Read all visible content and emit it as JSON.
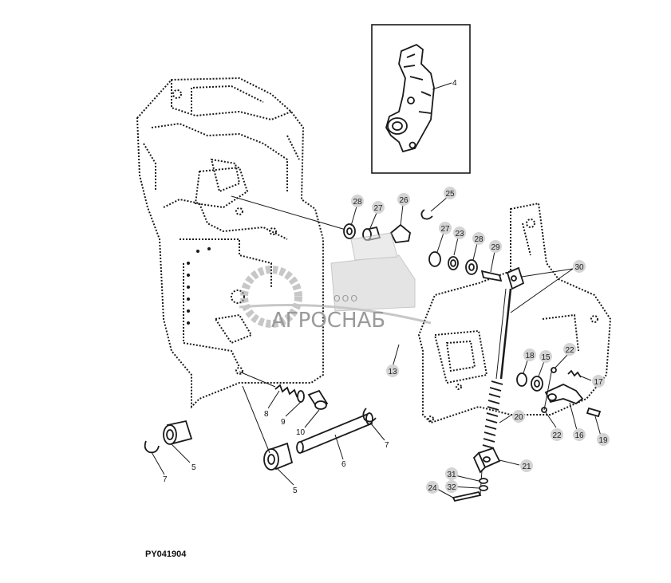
{
  "figure_id": "PY041904",
  "watermark": {
    "company_prefix": "ООО",
    "company_name": "АГРОСНАБ"
  },
  "parts": [
    {
      "n": "4"
    },
    {
      "n": "5"
    },
    {
      "n": "5b",
      "label": "5"
    },
    {
      "n": "6"
    },
    {
      "n": "7"
    },
    {
      "n": "7b",
      "label": "7"
    },
    {
      "n": "8"
    },
    {
      "n": "9"
    },
    {
      "n": "10"
    },
    {
      "n": "13"
    },
    {
      "n": "15"
    },
    {
      "n": "16"
    },
    {
      "n": "17"
    },
    {
      "n": "18"
    },
    {
      "n": "19"
    },
    {
      "n": "20"
    },
    {
      "n": "21"
    },
    {
      "n": "22"
    },
    {
      "n": "22b",
      "label": "22"
    },
    {
      "n": "23"
    },
    {
      "n": "24"
    },
    {
      "n": "25"
    },
    {
      "n": "26"
    },
    {
      "n": "27"
    },
    {
      "n": "27b",
      "label": "27"
    },
    {
      "n": "28"
    },
    {
      "n": "28b",
      "label": "28"
    },
    {
      "n": "29"
    },
    {
      "n": "30"
    },
    {
      "n": "31"
    },
    {
      "n": "32"
    }
  ],
  "labels": {
    "p4": "4",
    "p5a": "5",
    "p5b": "5",
    "p6": "6",
    "p7a": "7",
    "p7b": "7",
    "p8": "8",
    "p9": "9",
    "p10": "10",
    "p13": "13",
    "p15": "15",
    "p16": "16",
    "p17": "17",
    "p18": "18",
    "p19": "19",
    "p20": "20",
    "p21": "21",
    "p22a": "22",
    "p22b": "22",
    "p23": "23",
    "p24": "24",
    "p25": "25",
    "p26": "26",
    "p27a": "27",
    "p27b": "27",
    "p28a": "28",
    "p28b": "28",
    "p29": "29",
    "p30": "30",
    "p31": "31",
    "p32": "32"
  },
  "colors": {
    "line": "#1a1a1a",
    "callout_fill": "#d4d4d4",
    "watermark": "#9a9a9a"
  }
}
